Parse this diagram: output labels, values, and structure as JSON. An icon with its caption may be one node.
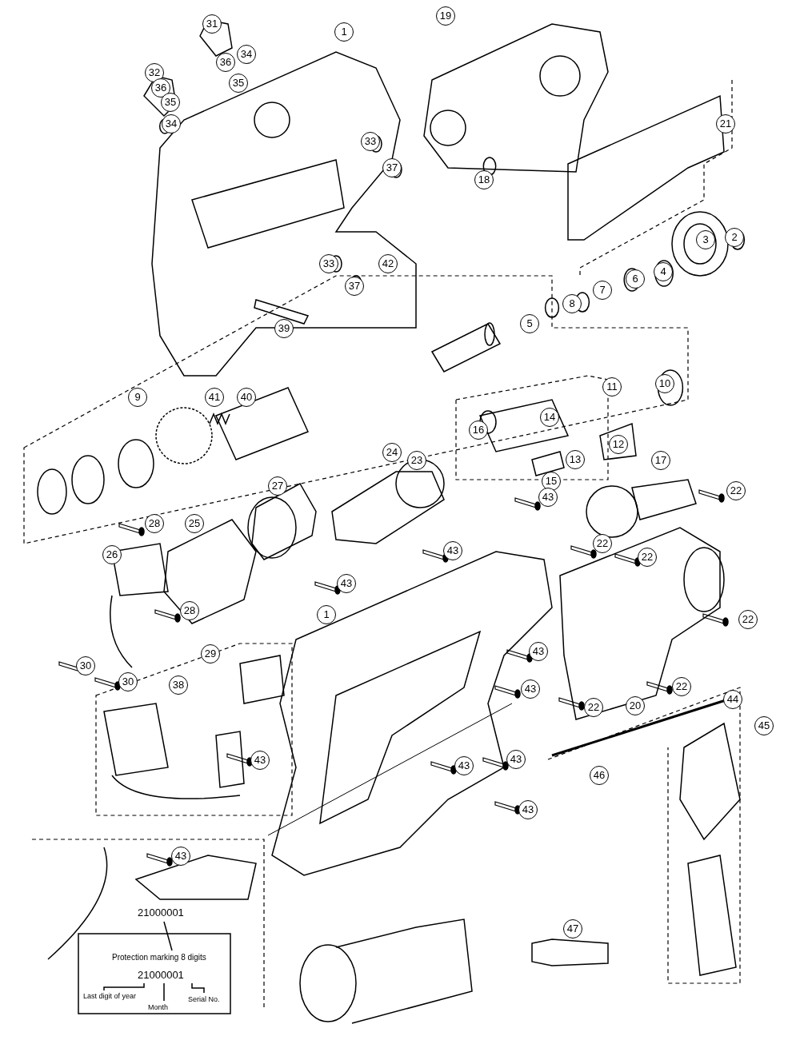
{
  "diagram": {
    "labels": [
      "19",
      "31",
      "1",
      "34",
      "36",
      "32",
      "35",
      "36",
      "35",
      "34",
      "21",
      "33",
      "37",
      "18",
      "2",
      "3",
      "33",
      "42",
      "4",
      "6",
      "37",
      "7",
      "8",
      "5",
      "39",
      "10",
      "11",
      "9",
      "41",
      "40",
      "14",
      "16",
      "12",
      "24",
      "13",
      "23",
      "17",
      "15",
      "27",
      "22",
      "43",
      "28",
      "25",
      "22",
      "43",
      "26",
      "22",
      "43",
      "28",
      "1",
      "22",
      "43",
      "29",
      "30",
      "30",
      "22",
      "38",
      "43",
      "44",
      "20",
      "22",
      "45",
      "43",
      "43",
      "43",
      "46",
      "43",
      "43",
      "47",
      "21000001",
      "Protection marking 8 digits",
      "21000001",
      "Last digit of year",
      "Month",
      "Serial No."
    ]
  }
}
